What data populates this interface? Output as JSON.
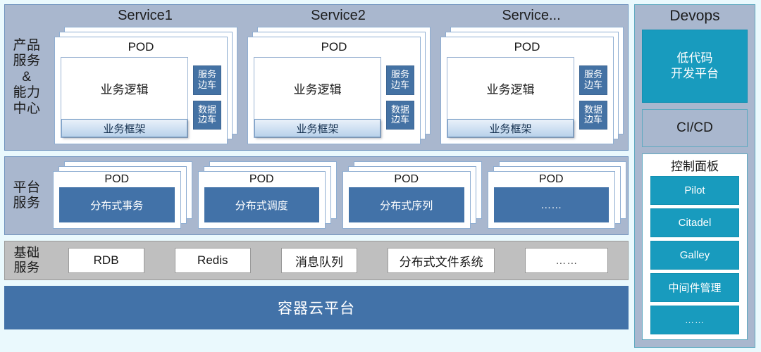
{
  "rows": {
    "product": {
      "label": "产品\n服务\n&\n能力\n中心",
      "label_lines": [
        "产品",
        "服务",
        "&",
        "能力",
        "中心"
      ],
      "services": [
        {
          "title": "Service1",
          "pod_title": "POD",
          "business_logic": "业务逻辑",
          "business_framework": "业务框架",
          "sidecars": [
            "服务\n边车",
            "数据\n边车"
          ],
          "sidecar_lines": [
            [
              "服务",
              "边车"
            ],
            [
              "数据",
              "边车"
            ]
          ]
        },
        {
          "title": "Service2",
          "pod_title": "POD",
          "business_logic": "业务逻辑",
          "business_framework": "业务框架",
          "sidecars": [
            "服务\n边车",
            "数据\n边车"
          ],
          "sidecar_lines": [
            [
              "服务",
              "边车"
            ],
            [
              "数据",
              "边车"
            ]
          ]
        },
        {
          "title": "Service...",
          "pod_title": "POD",
          "business_logic": "业务逻辑",
          "business_framework": "业务框架",
          "sidecars": [
            "服务\n边车",
            "数据\n边车"
          ],
          "sidecar_lines": [
            [
              "服务",
              "边车"
            ],
            [
              "数据",
              "边车"
            ]
          ]
        }
      ]
    },
    "platform": {
      "label_lines": [
        "平台",
        "服务"
      ],
      "pods": [
        {
          "pod_title": "POD",
          "chip": "分布式事务"
        },
        {
          "pod_title": "POD",
          "chip": "分布式调度"
        },
        {
          "pod_title": "POD",
          "chip": "分布式序列"
        },
        {
          "pod_title": "POD",
          "chip": "……"
        }
      ]
    },
    "basic": {
      "label_lines": [
        "基础",
        "服务"
      ],
      "items": [
        "RDB",
        "Redis",
        "消息队列",
        "分布式文件系统",
        "……"
      ]
    },
    "cloud": {
      "label": "容器云平台"
    }
  },
  "devops": {
    "title": "Devops",
    "lowcode_lines": [
      "低代码",
      "开发平台"
    ],
    "cicd": "CI/CD",
    "control_panel": {
      "title": "控制面板",
      "buttons": [
        "Pilot",
        "Citadel",
        "Galley",
        "中间件管理",
        "……"
      ]
    }
  },
  "colors": {
    "page_background": "#eaf9fd",
    "band_background": "#a9b7ce",
    "band_border": "#6f92bd",
    "basic_band_background": "#bfbfbf",
    "cloud_bar": "#4272a8",
    "pod_chip": "#4272a8",
    "sidecar": "#4472a4",
    "devops_accent": "#189bbe",
    "devops_border": "#5fa9c0",
    "card_white": "#ffffff"
  }
}
